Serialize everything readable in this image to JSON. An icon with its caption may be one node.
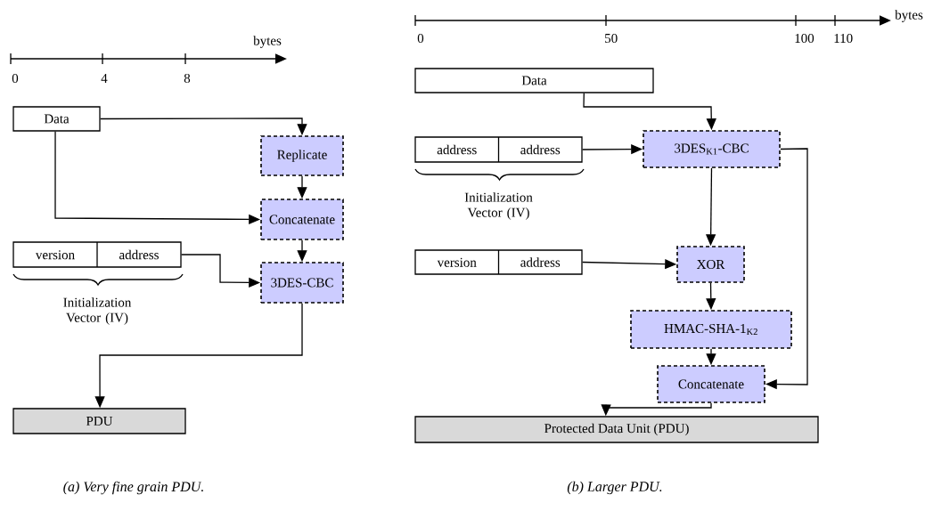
{
  "diagram": {
    "nodes": [
      {
        "text": [
          "Data"
        ]
      },
      {
        "text": [
          "Replicate"
        ]
      },
      {
        "text": [
          "Concatenate"
        ]
      },
      {
        "text": [
          "version",
          "address"
        ],
        "beside": [
          "Initialization Vector (IV)"
        ]
      },
      {
        "text": [
          "3DES-CBC"
        ]
      },
      {
        "text": [
          "PDU"
        ]
      },
      {
        "text": [
          "Data"
        ]
      },
      {
        "text": [
          "address",
          "address"
        ],
        "beside": [
          "Initialization Vector (IV)"
        ]
      },
      {
        "text": [
          "3DES$_{K1}$-CBC"
        ]
      },
      {
        "text": [
          "version",
          "address"
        ]
      },
      {
        "text": [
          "XOR"
        ]
      },
      {
        "text": [
          "HMAC-SHA-1$_{K2}$"
        ]
      },
      {
        "text": [
          "Concatenate"
        ]
      },
      {
        "text": [
          "Protected Data Unit (PDU)"
        ]
      }
    ],
    "edges": [
      {
        "from": 0,
        "to": 1,
        "arrow": "to"
      },
      {
        "from": 0,
        "to": 2,
        "arrow": "to"
      },
      {
        "from": 1,
        "to": 2,
        "arrow": "to"
      },
      {
        "from": 2,
        "to": 4,
        "arrow": "to"
      },
      {
        "from": 3,
        "to": 4,
        "arrow": "to"
      },
      {
        "from": 4,
        "to": 5,
        "arrow": "to"
      },
      {
        "from": 6,
        "to": 8,
        "arrow": "to"
      },
      {
        "from": 7,
        "to": 8,
        "arrow": "to"
      },
      {
        "from": 8,
        "to": 10,
        "arrow": "to"
      },
      {
        "from": 9,
        "to": 10,
        "arrow": "to"
      },
      {
        "from": 10,
        "to": 11,
        "arrow": "to"
      },
      {
        "from": 11,
        "to": 12,
        "arrow": "to"
      },
      {
        "from": 8,
        "to": 12,
        "arrow": "to"
      },
      {
        "from": 12,
        "to": 13,
        "arrow": "to"
      }
    ],
    "labels": [
      "0",
      "4",
      "8",
      "bytes",
      "0",
      "50",
      "100",
      "110",
      "bytes",
      "(a) Very fine grain PDU.",
      "(b) Larger PDU."
    ]
  }
}
